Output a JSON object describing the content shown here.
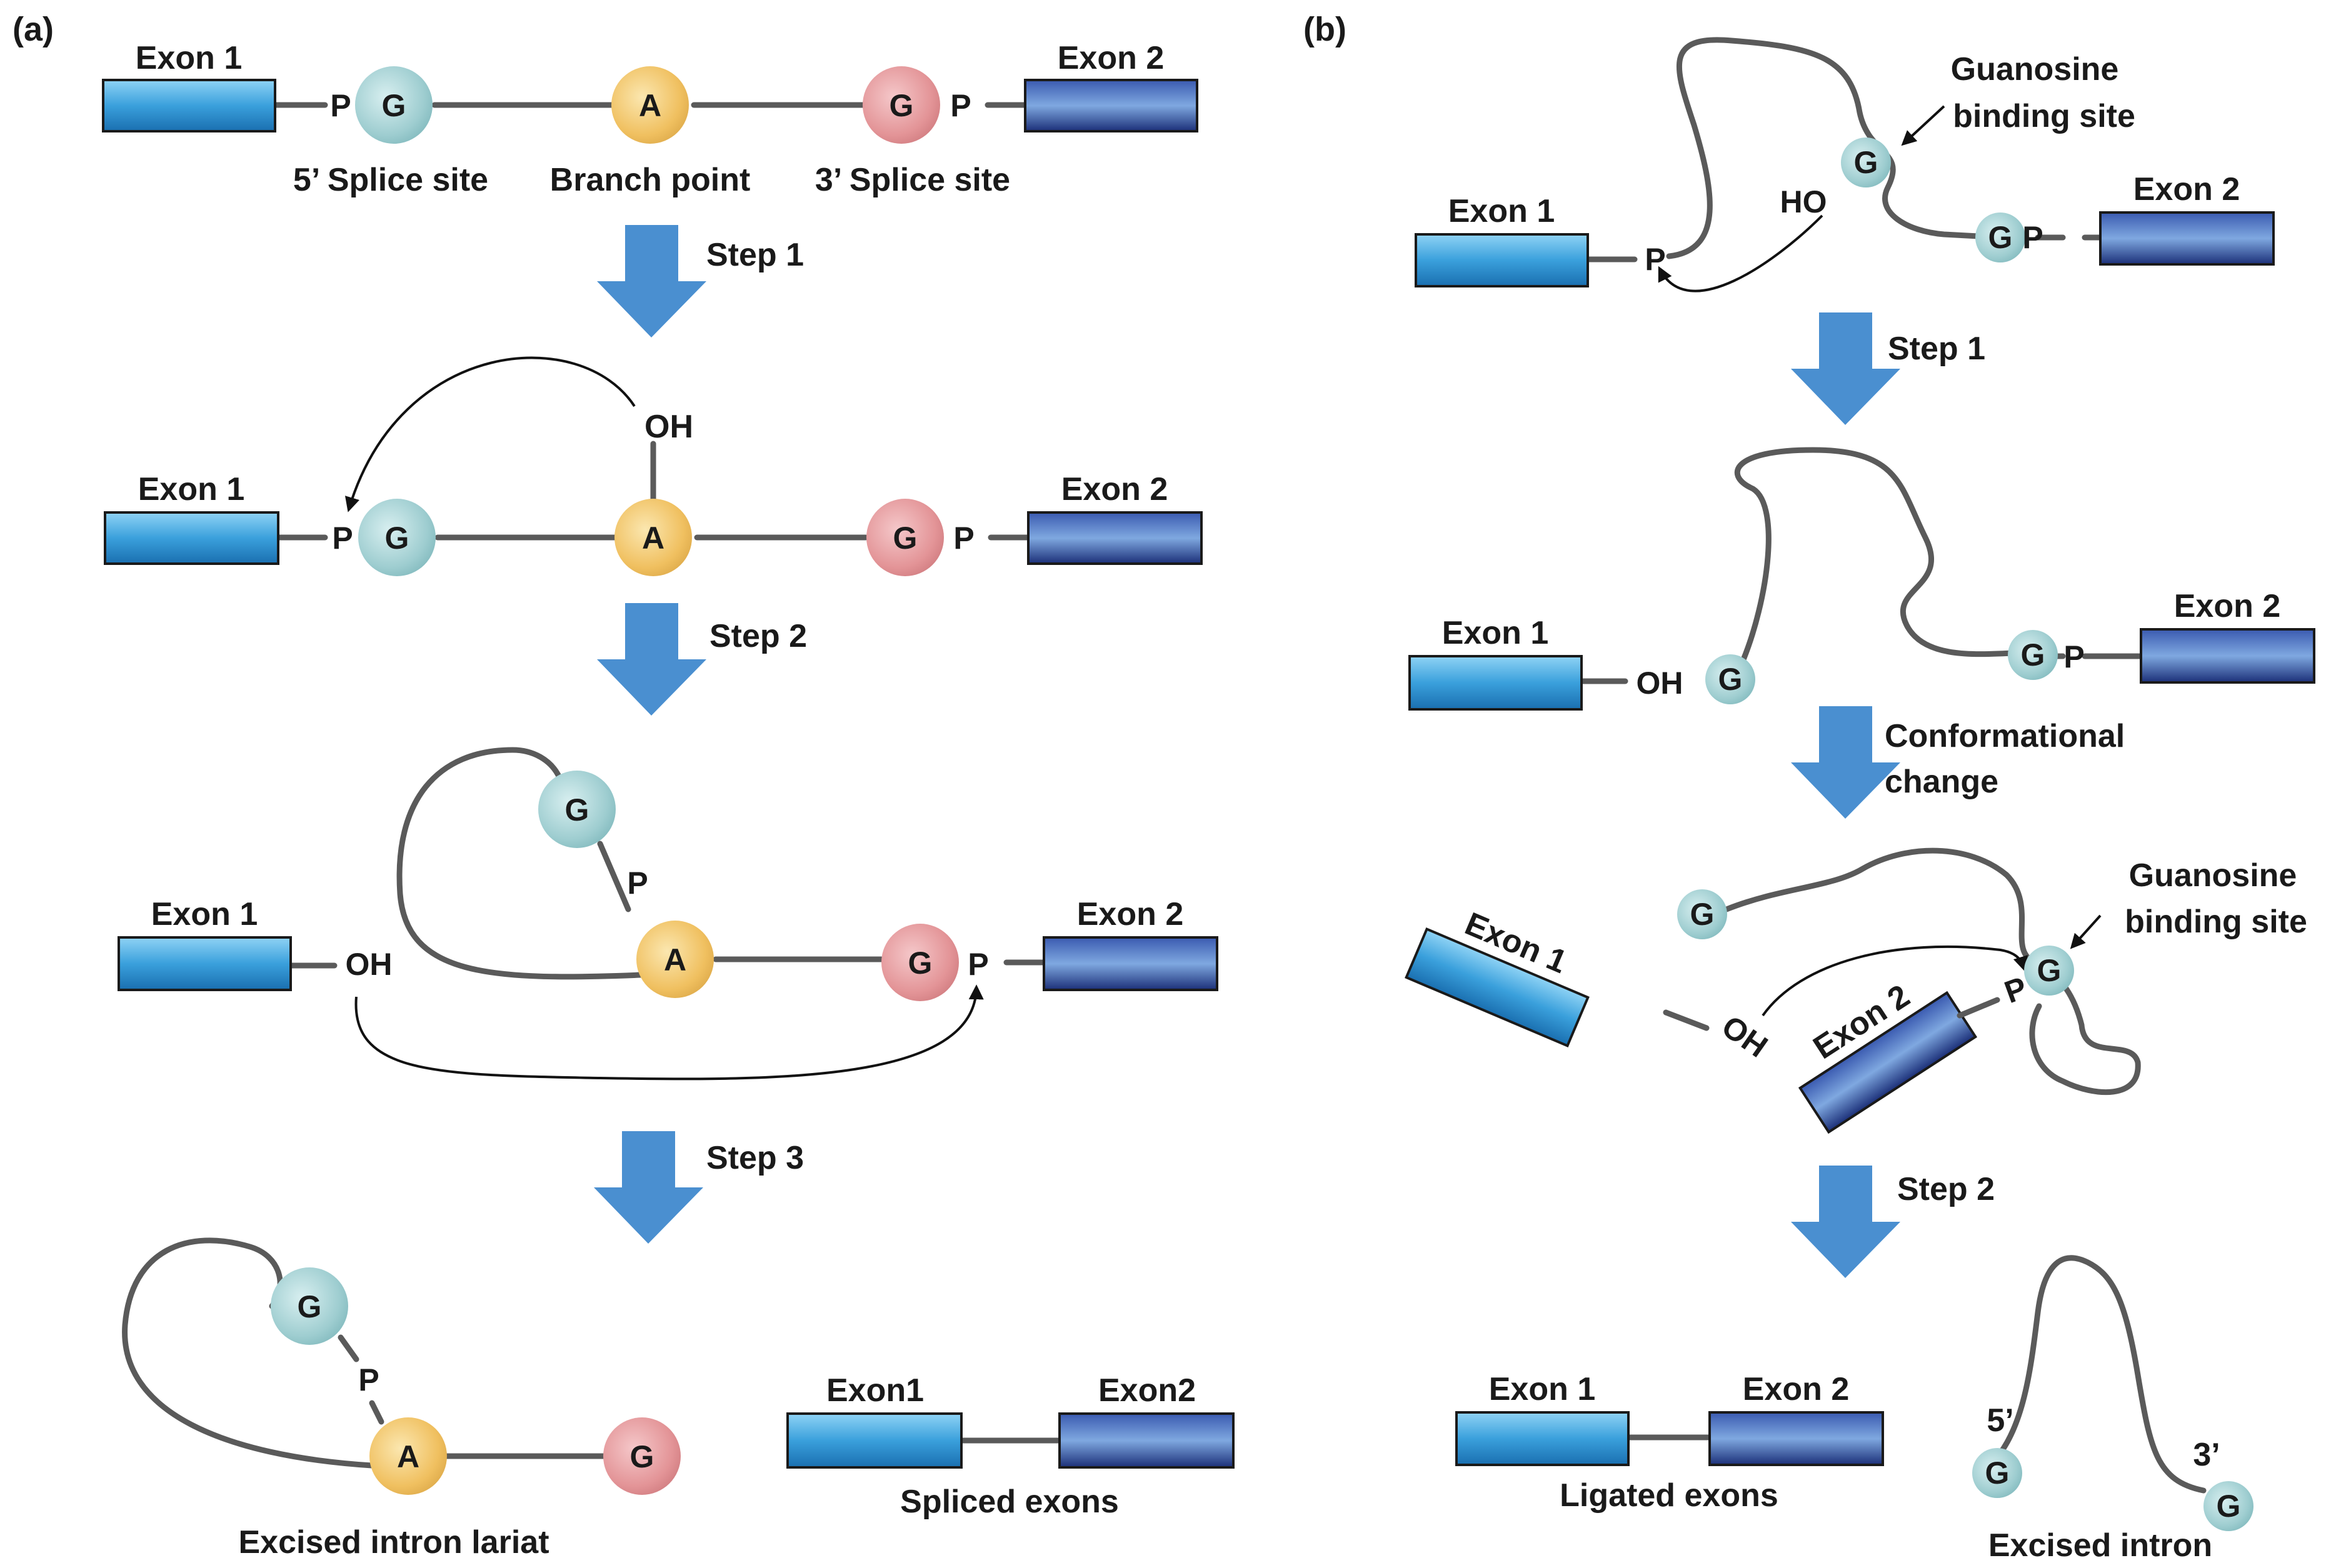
{
  "panels": {
    "a": {
      "label": "(a)",
      "row1": {
        "exon1": "Exon 1",
        "exon2": "Exon 2",
        "p_left": "P",
        "g5": "G",
        "a": "A",
        "g3": "G",
        "p_right": "P",
        "site5": "5’ Splice site",
        "branch": "Branch point",
        "site3": "3’ Splice site"
      },
      "step1": "Step 1",
      "row2": {
        "exon1": "Exon 1",
        "exon2": "Exon 2",
        "oh": "OH",
        "p_left": "P",
        "g5": "G",
        "a": "A",
        "g3": "G",
        "p_right": "P"
      },
      "step2": "Step 2",
      "row3": {
        "exon1": "Exon 1",
        "exon2": "Exon 2",
        "oh": "OH",
        "g": "G",
        "p_loop": "P",
        "a": "A",
        "g3": "G",
        "p_right": "P"
      },
      "step3": "Step 3",
      "row4": {
        "g": "G",
        "p": "P",
        "a": "A",
        "g3": "G",
        "lariat": "Excised intron lariat",
        "exon1": "Exon1",
        "exon2": "Exon2",
        "spliced": "Spliced exons"
      }
    },
    "b": {
      "label": "(b)",
      "row1": {
        "exon1": "Exon 1",
        "exon2": "Exon 2",
        "p": "P",
        "ho": "HO",
        "g_bound": "G",
        "g3": "G",
        "p_right": "P",
        "gbs1": "Guanosine",
        "gbs2": "binding site"
      },
      "step1": "Step 1",
      "row2": {
        "exon1": "Exon 1",
        "exon2": "Exon 2",
        "oh": "OH",
        "g": "G",
        "g3": "G",
        "p_right": "P"
      },
      "conf1": "Conformational",
      "conf2": "change",
      "row3": {
        "g_free": "G",
        "exon1": "Exon 1",
        "exon2": "Exon 2",
        "oh": "OH",
        "p": "P",
        "g_bound": "G",
        "gbs1": "Guanosine",
        "gbs2": "binding site"
      },
      "step2": "Step 2",
      "row4": {
        "exon1": "Exon 1",
        "exon2": "Exon 2",
        "ligated": "Ligated exons",
        "five": "5’",
        "three": "3’",
        "g5": "G",
        "g3": "G",
        "excised": "Excised intron"
      }
    }
  },
  "colors": {
    "exon1": "#3aa0dc",
    "exon2": "#1f3f8f",
    "g_teal": "#9ecdd0",
    "a_yellow": "#f0c060",
    "g_pink": "#e39497",
    "arrow": "#4a8fd0"
  }
}
